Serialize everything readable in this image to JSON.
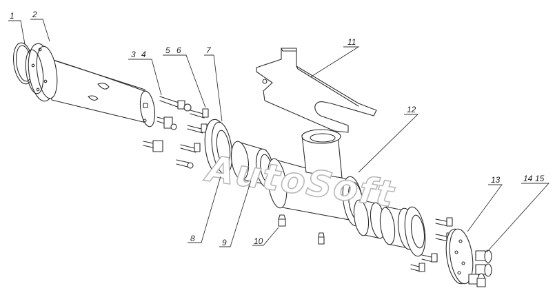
{
  "part_labels": [
    "1",
    "2",
    "3",
    "4",
    "5",
    "6",
    "7",
    "8",
    "9",
    "10",
    "11",
    "12",
    "13",
    "14",
    "15"
  ],
  "watermark": "AutoSoft",
  "colors": {
    "line": "#2a2a2a",
    "watermark_stroke": "#b8b8b8",
    "background": "#ffffff"
  }
}
